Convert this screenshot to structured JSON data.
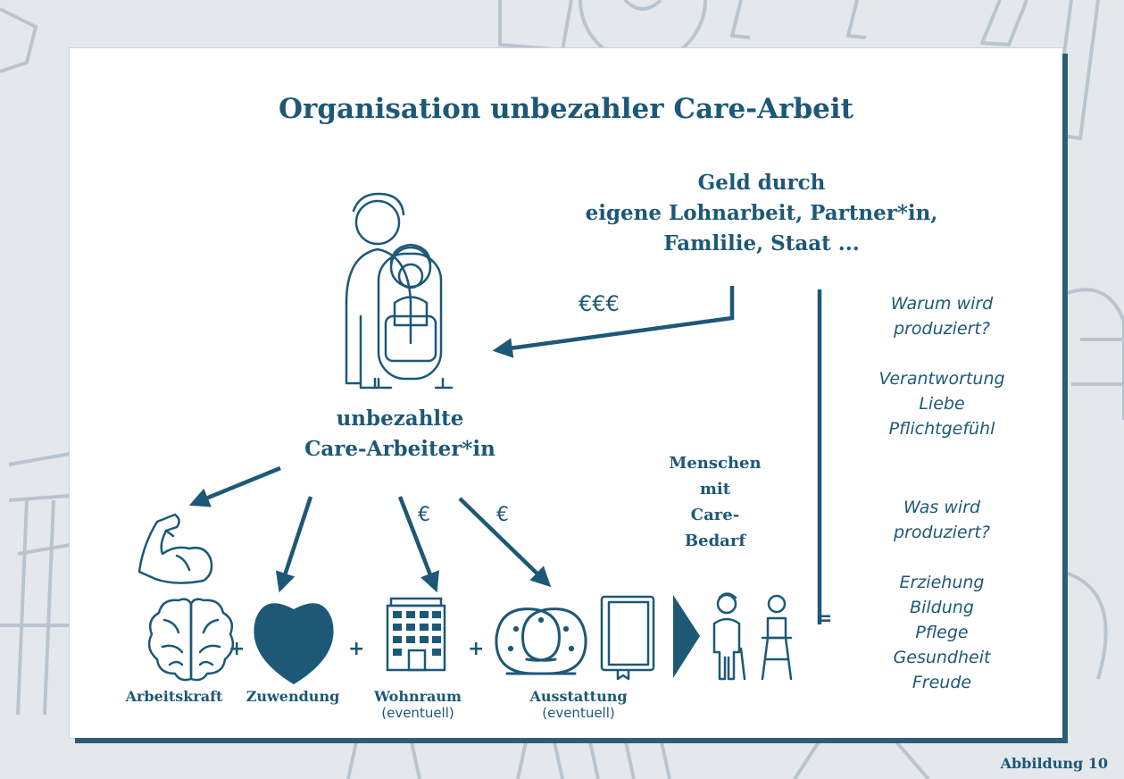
{
  "title": "Organisation unbezahler Care-Arbeit",
  "money_source": {
    "line1": "Geld durch",
    "line2": "eigene Lohnarbeit, Partner*in,",
    "line3": "Famlilie, Staat ..."
  },
  "money_label": "€€€",
  "small_money_label": "€",
  "worker": {
    "line1": "unbezahlte",
    "line2": "Care-Arbeiter*in"
  },
  "needs": {
    "line1": "Menschen",
    "line2": "mit",
    "line3": "Care-",
    "line4": "Bedarf"
  },
  "why": {
    "question_line1": "Warum wird",
    "question_line2": "produziert?",
    "answers": [
      "Verantwortung",
      "Liebe",
      "Pflichtgefühl"
    ]
  },
  "what": {
    "question_line1": "Was wird",
    "question_line2": "produziert?",
    "answers": [
      "Erziehung",
      "Bildung",
      "Pflege",
      "Gesundheit",
      "Freude"
    ]
  },
  "resources": [
    {
      "label": "Arbeitskraft",
      "sub": ""
    },
    {
      "label": "Zuwendung",
      "sub": ""
    },
    {
      "label": "Wohnraum",
      "sub": "(eventuell)"
    },
    {
      "label": "Ausstattung",
      "sub": "(eventuell)"
    }
  ],
  "plus": "+",
  "equals": "=",
  "footer": "Abbildung 10",
  "colors": {
    "primary": "#1d5877",
    "background": "#e4e8ec",
    "card": "#ffffff"
  }
}
